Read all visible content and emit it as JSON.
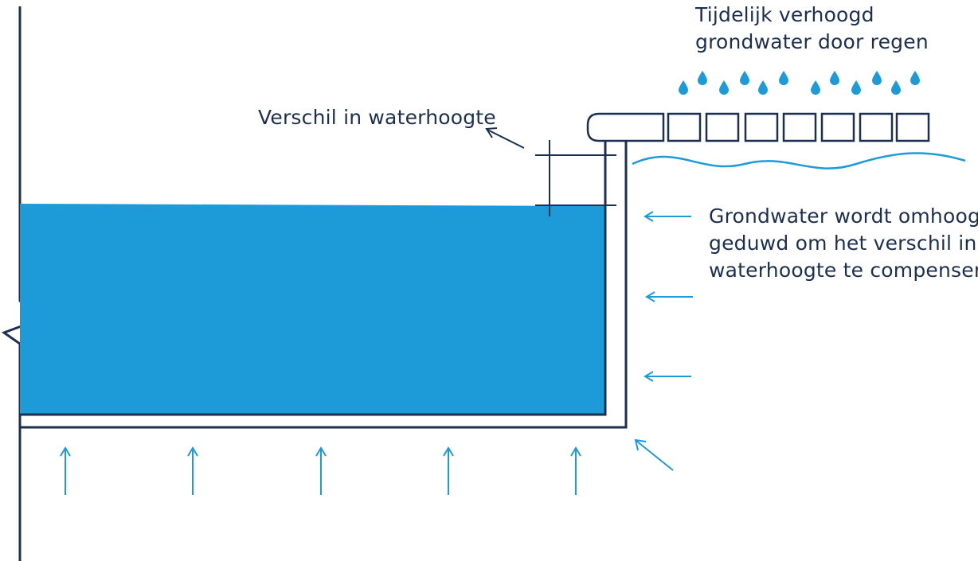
{
  "labels": {
    "rain": [
      "Tijdelijk verhoogd",
      "grondwater door regen"
    ],
    "difference": "Verschil in waterhoogte",
    "groundwater_push": [
      "Grondwater wordt omhoog",
      "geduwd om het verschil in",
      "waterhoogte te compenseren."
    ]
  },
  "colors": {
    "water": "#1d9bd9",
    "outline": "#1c2f50",
    "arrow_blue": "#1d9bd9",
    "background": "#ffffff"
  }
}
